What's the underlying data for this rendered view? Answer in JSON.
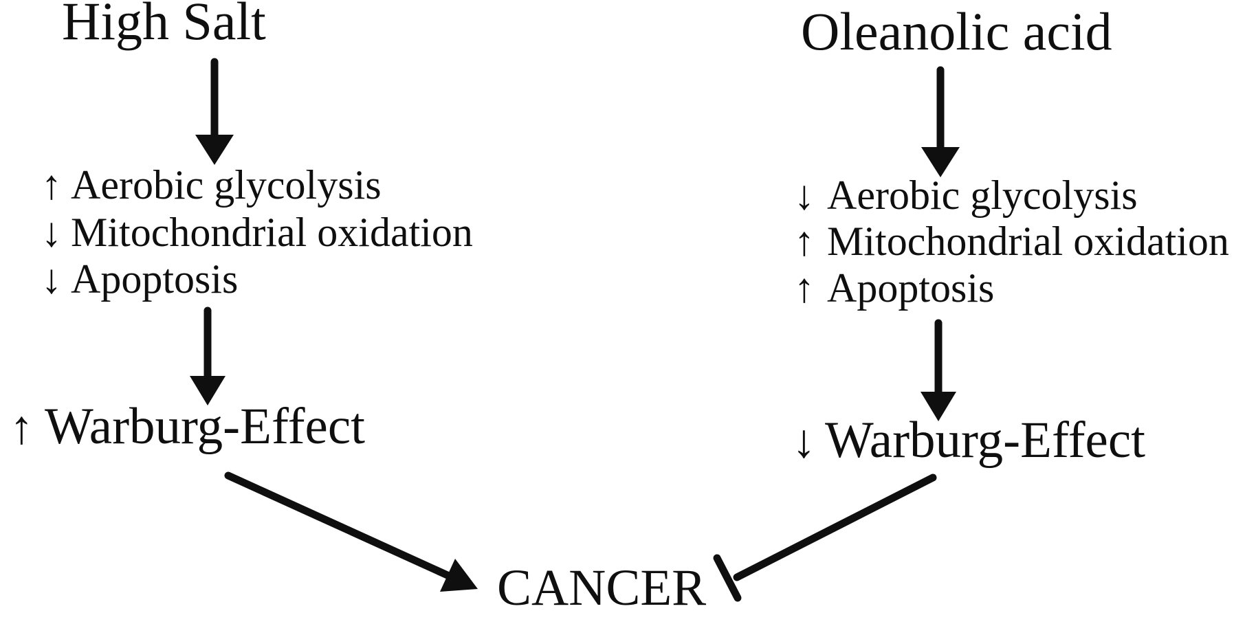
{
  "figure": {
    "background": "#ffffff",
    "ink_color": "#0f0f0f"
  },
  "left_pathway": {
    "title": "High Salt",
    "effects": [
      {
        "direction": "↑",
        "label": "Aerobic glycolysis"
      },
      {
        "direction": "↓",
        "label": "Mitochondrial oxidation"
      },
      {
        "direction": "↓",
        "label": "Apoptosis"
      }
    ],
    "outcome": {
      "direction": "↑",
      "label": "Warburg-Effect"
    }
  },
  "right_pathway": {
    "title": "Oleanolic acid",
    "effects": [
      {
        "direction": "↓",
        "label": "Aerobic glycolysis"
      },
      {
        "direction": "↑",
        "label": "Mitochondrial oxidation"
      },
      {
        "direction": "↑",
        "label": "Apoptosis"
      }
    ],
    "outcome": {
      "direction": "↓",
      "label": "Warburg-Effect"
    }
  },
  "terminal_node": {
    "label": "CANCER"
  },
  "connectors": [
    {
      "from": "high-salt",
      "to": "left-effects",
      "type": "arrow"
    },
    {
      "from": "left-effects",
      "to": "left-warburg-outcome",
      "type": "arrow"
    },
    {
      "from": "left-warburg-outcome",
      "to": "cancer",
      "type": "promoting-arrow"
    },
    {
      "from": "oleanolic-acid",
      "to": "right-effects",
      "type": "arrow"
    },
    {
      "from": "right-effects",
      "to": "right-warburg-outcome",
      "type": "arrow"
    },
    {
      "from": "right-warburg-outcome",
      "to": "cancer",
      "type": "inhibition-tbar"
    }
  ]
}
